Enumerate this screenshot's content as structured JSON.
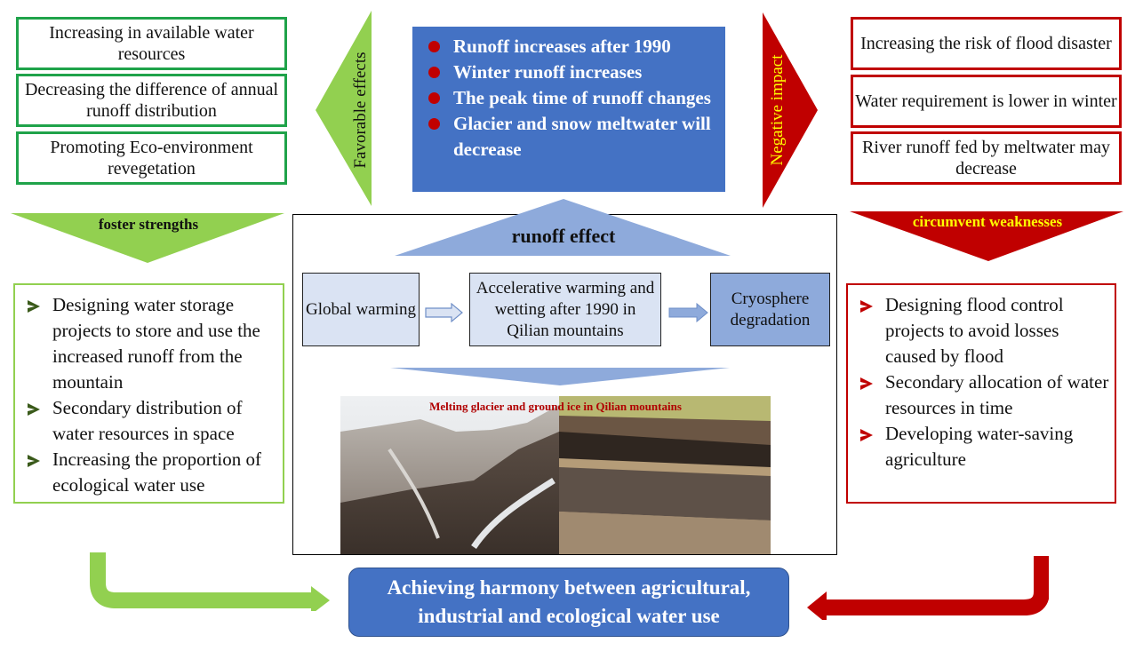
{
  "colors": {
    "favorable_green": "#92d050",
    "box_green": "#1fa34a",
    "negative_red": "#c00000",
    "label_yellow": "#ffff00",
    "center_blue": "#4472c4",
    "light_blue": "#8eaadb",
    "pale_blue": "#dae3f3"
  },
  "favorable": {
    "arrow_label": "Favorable effects",
    "effects": [
      "Increasing in available water resources",
      "Decreasing the difference of annual runoff distribution",
      "Promoting Eco-environment revegetation"
    ],
    "strategy_label": "foster strengths",
    "strategies": [
      "Designing  water storage projects to store and use the increased runoff from the mountain",
      "Secondary distribution of water resources in space",
      "Increasing the proportion of ecological water use"
    ]
  },
  "negative": {
    "arrow_label": "Negative impact",
    "impacts": [
      "Increasing the risk of flood disaster",
      "Water requirement is lower in winter",
      "River runoff fed by meltwater may decrease"
    ],
    "strategy_label": "circumvent weaknesses",
    "strategies": [
      "Designing  flood control projects to avoid losses caused by flood",
      "Secondary allocation of water resources in time",
      "Developing water-saving agriculture"
    ]
  },
  "runoff_changes": [
    "Runoff increases after 1990",
    "Winter runoff increases",
    "The peak time of runoff changes",
    "Glacier and snow meltwater will decrease"
  ],
  "center": {
    "runoff_effect_label": "runoff effect",
    "flow": [
      "Global warming",
      "Accelerative  warming and wetting after 1990 in Qilian mountains",
      "Cryosphere degradation"
    ],
    "photo_caption": "Melting glacier  and ground  ice in Qilian  mountains"
  },
  "goal": "Achieving harmony between agricultural, industrial and ecological water use"
}
